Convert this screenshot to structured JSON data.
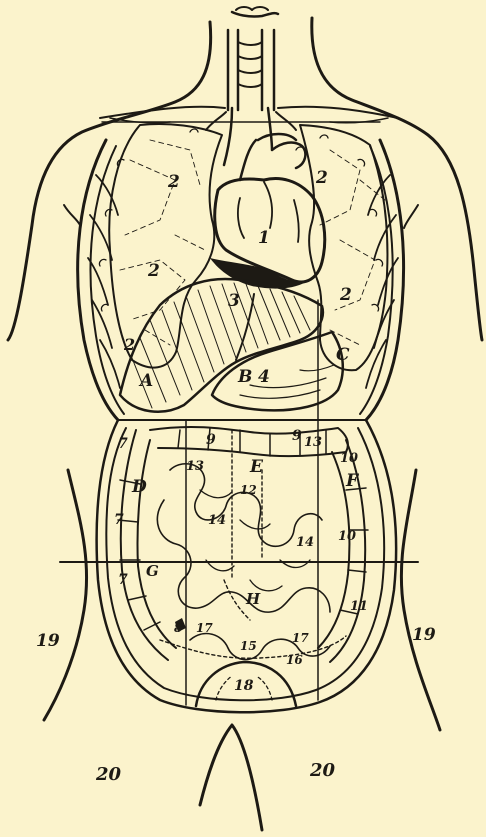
{
  "figure": {
    "background_color": "#fbf3cc",
    "ink_color": "#1d1a14",
    "labels": [
      {
        "id": "heart",
        "text": "1"
      },
      {
        "id": "lung-upper-left",
        "text": "2"
      },
      {
        "id": "lung-upper-right",
        "text": "2"
      },
      {
        "id": "lung-mid-left",
        "text": "2"
      },
      {
        "id": "lung-mid-right",
        "text": "2"
      },
      {
        "id": "lung-low-left",
        "text": "2"
      },
      {
        "id": "liver",
        "text": "3"
      },
      {
        "id": "region-a",
        "text": "A"
      },
      {
        "id": "region-b",
        "text": "B"
      },
      {
        "id": "stomach",
        "text": "4"
      },
      {
        "id": "region-c",
        "text": "C"
      },
      {
        "id": "colon-left-1",
        "text": "7"
      },
      {
        "id": "colon-left-2",
        "text": "7"
      },
      {
        "id": "colon-left-3",
        "text": "7"
      },
      {
        "id": "transverse-colon-left",
        "text": "9"
      },
      {
        "id": "transverse-colon-right",
        "text": "9"
      },
      {
        "id": "region-d",
        "text": "D"
      },
      {
        "id": "region-e",
        "text": "E"
      },
      {
        "id": "region-f",
        "text": "F"
      },
      {
        "id": "region-g",
        "text": "G"
      },
      {
        "id": "region-h",
        "text": "H"
      },
      {
        "id": "colon-right-1",
        "text": "10"
      },
      {
        "id": "colon-right-2",
        "text": "10"
      },
      {
        "id": "sigmoid",
        "text": "11"
      },
      {
        "id": "intestine-13-left",
        "text": "13"
      },
      {
        "id": "intestine-13-right",
        "text": "13"
      },
      {
        "id": "intestine-14-left",
        "text": "14"
      },
      {
        "id": "intestine-14-right",
        "text": "14"
      },
      {
        "id": "intestine-12",
        "text": "12"
      },
      {
        "id": "intestine-15",
        "text": "15"
      },
      {
        "id": "intestine-16",
        "text": "16"
      },
      {
        "id": "intestine-17-left",
        "text": "17"
      },
      {
        "id": "intestine-17-right",
        "text": "17"
      },
      {
        "id": "appendix",
        "text": "8"
      },
      {
        "id": "bladder",
        "text": "18"
      },
      {
        "id": "hip-left",
        "text": "19"
      },
      {
        "id": "hip-right",
        "text": "19"
      },
      {
        "id": "thigh-left",
        "text": "20"
      },
      {
        "id": "thigh-right",
        "text": "20"
      }
    ]
  }
}
